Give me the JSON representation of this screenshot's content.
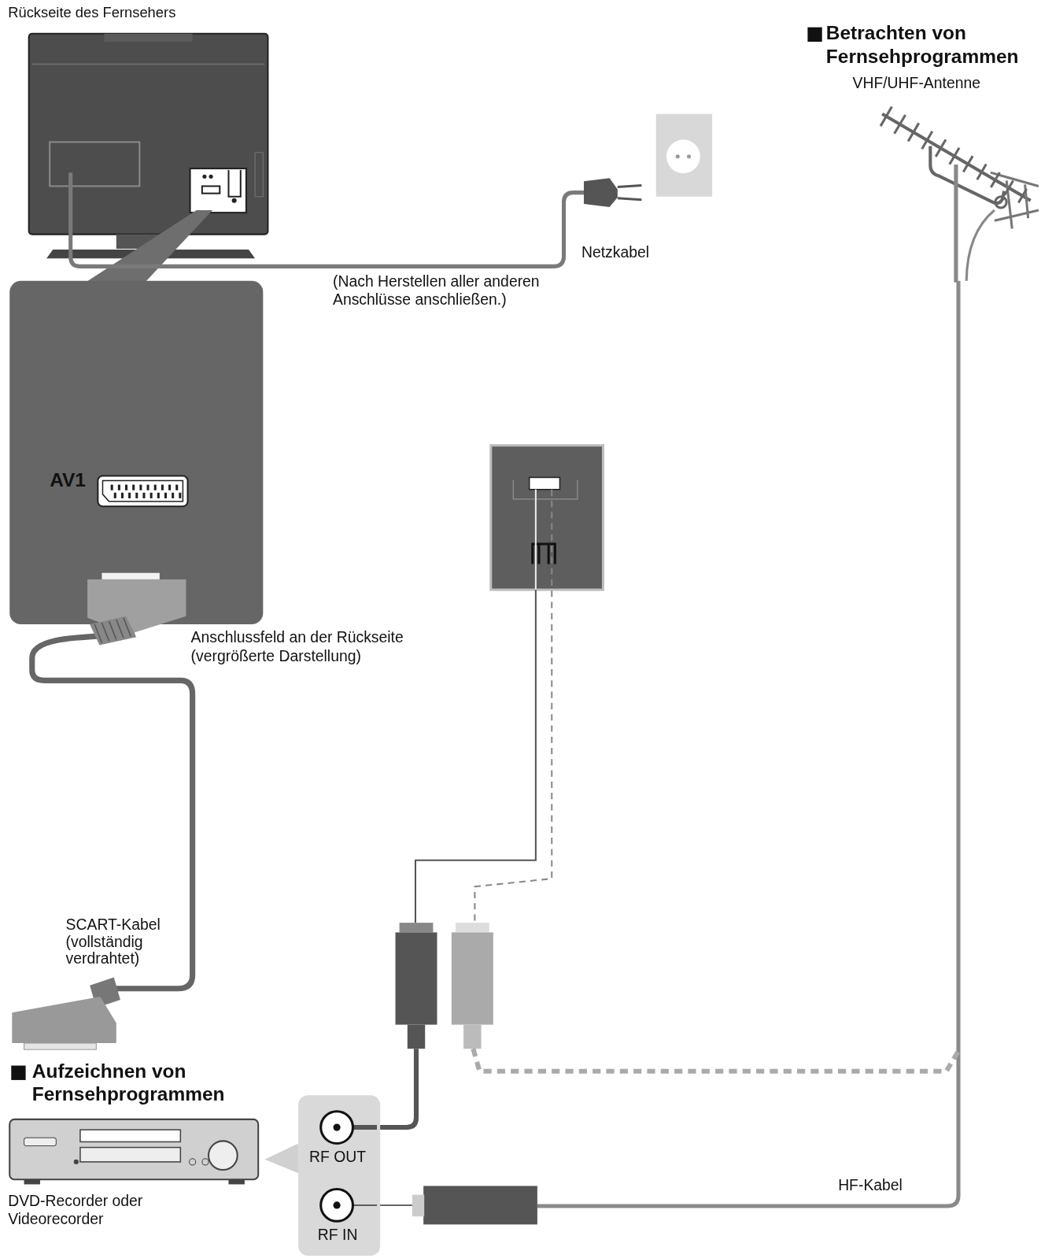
{
  "diagram": {
    "nodes": [
      {
        "text": [
          "AV1"
        ]
      },
      {
        "text": [
          "RF OUT",
          "RF IN"
        ]
      }
    ],
    "labels": [
      "Rückseite des Fernsehers",
      "Betrachten von Fernsehprogrammen",
      "VHF/UHF-Antenne",
      "Netzkabel",
      "(Nach Herstellen aller anderen Anschlüsse anschließen.)",
      "Anschlussfeld an der Rückseite (vergrößerte Darstellung)",
      "SCART-Kabel (vollständig verdrahtet)",
      "Aufzeichnen von Fernsehprogrammen",
      "DVD-Recorder oder Videorecorder",
      "HF-Kabel"
    ]
  }
}
